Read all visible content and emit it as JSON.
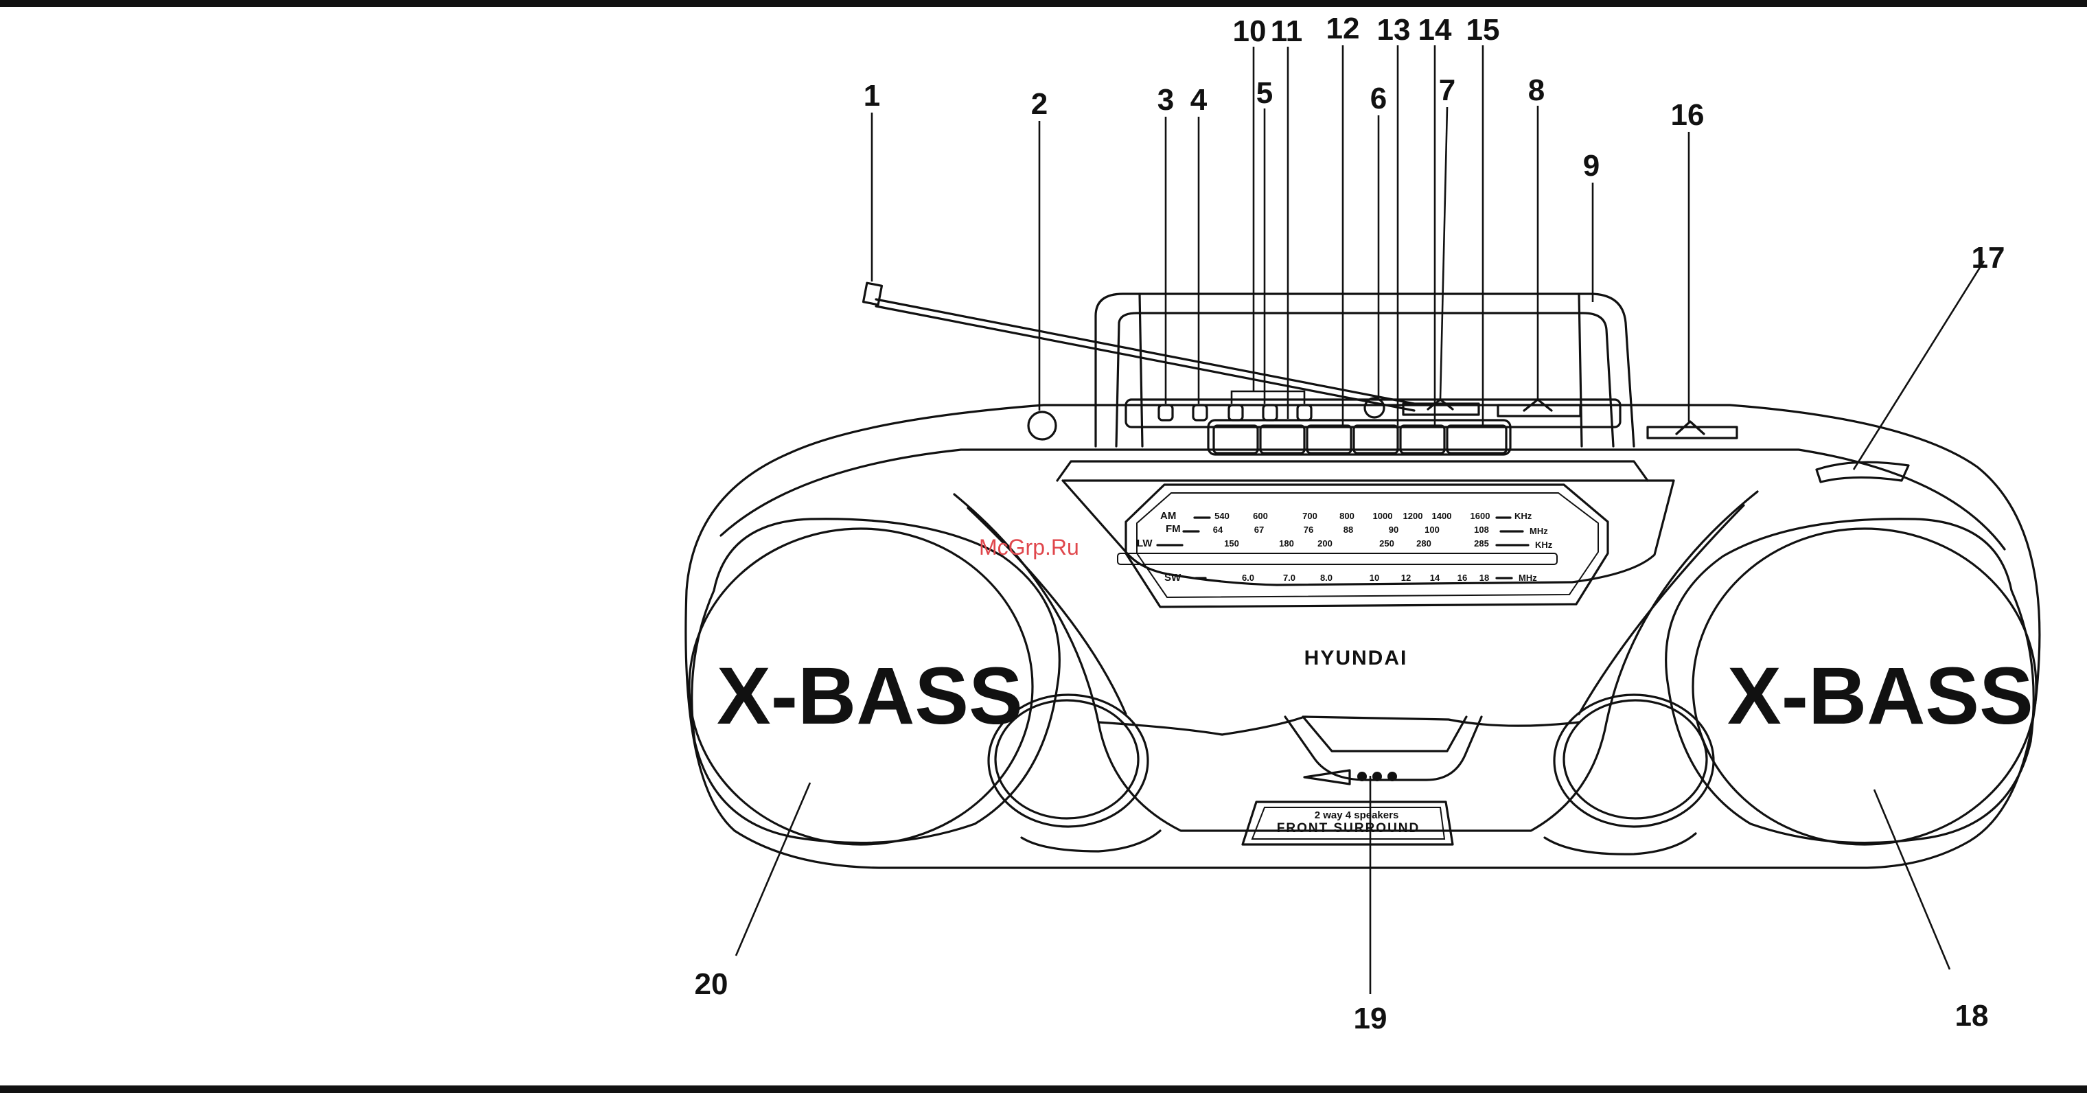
{
  "brand": "HYUNDAI",
  "speaker_label_left": "X-BASS",
  "speaker_label_right": "X-BASS",
  "badge": {
    "line1": "2 way 4 speakers",
    "line2": "FRONT SURROUND"
  },
  "watermark": "McGrp.Ru",
  "dial": {
    "am_label": "AM",
    "am_values": [
      "540",
      "600",
      "700",
      "800",
      "1000",
      "1200",
      "1400",
      "1600"
    ],
    "am_unit": "KHz",
    "fm_label": "FM",
    "fm_values": [
      "64",
      "67",
      "76",
      "88",
      "90",
      "100",
      "108"
    ],
    "fm_unit": "MHz",
    "lw_label": "LW",
    "lw_values": [
      "150",
      "180",
      "200",
      "250",
      "280",
      "285"
    ],
    "lw_unit": "KHz",
    "sw_label": "SW",
    "sw_values": [
      "6.0",
      "7.0",
      "8.0",
      "10",
      "12",
      "14",
      "16",
      "18"
    ],
    "sw_unit": "MHz"
  },
  "callouts": [
    "1",
    "2",
    "3",
    "4",
    "5",
    "6",
    "7",
    "8",
    "9",
    "10",
    "11",
    "12",
    "13",
    "14",
    "15",
    "16",
    "17",
    "18",
    "19",
    "20"
  ],
  "colors": {
    "line": "#111111",
    "background": "#ffffff",
    "watermark": "#e0474c"
  }
}
